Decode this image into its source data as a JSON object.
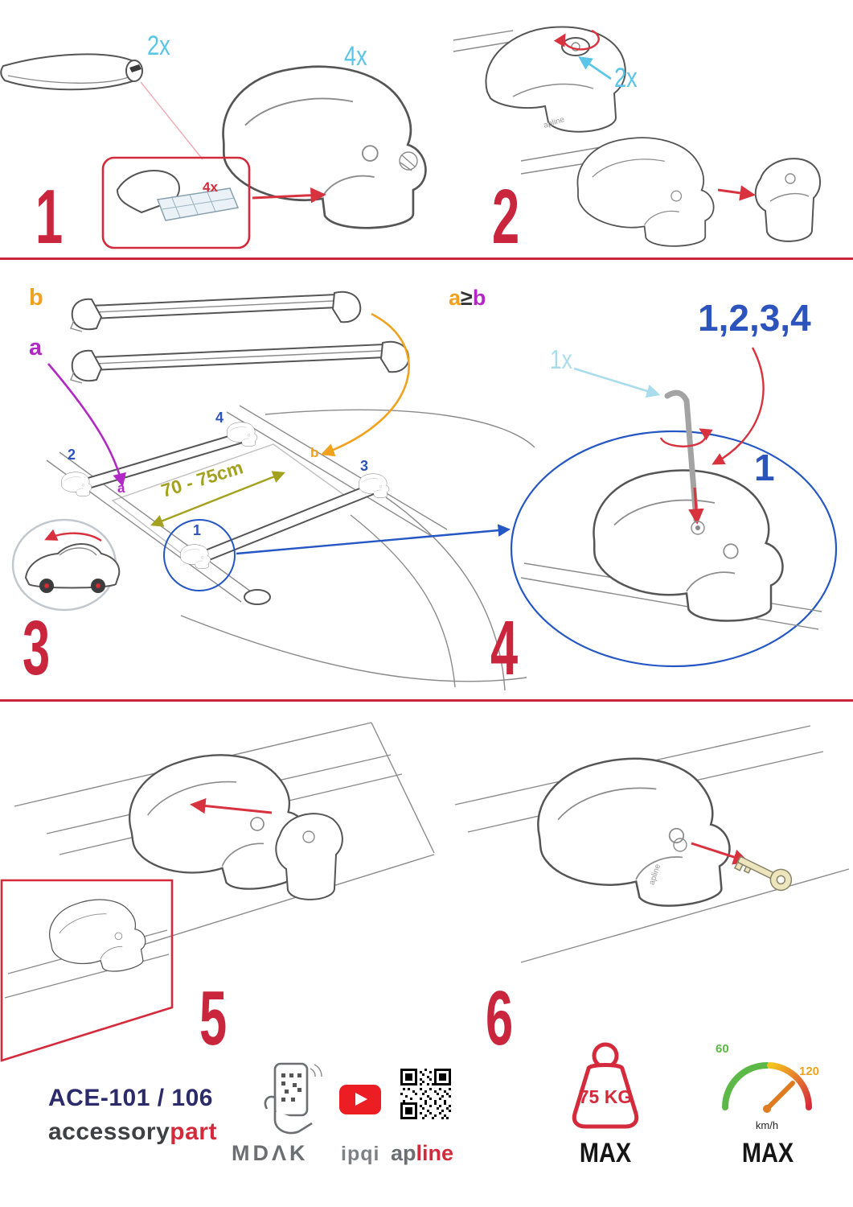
{
  "colors": {
    "accent_red": "#d42b3c",
    "cyan": "#59c5e8",
    "light_cyan": "#a9dcec",
    "blue": "#2d54bd",
    "orange": "#f0a21e",
    "magenta": "#b228c4",
    "olive": "#a3a11e",
    "navy": "#2b2a6a",
    "gray": "#6d6e71",
    "green": "#5cb947"
  },
  "step1": {
    "num": "1",
    "bar_qty": "2x",
    "foot_qty": "4x",
    "pad_qty": "4x"
  },
  "step2": {
    "num": "2",
    "lock_qty": "2x"
  },
  "step3": {
    "num": "3",
    "bar_b_label": "b",
    "bar_a_label": "a",
    "rule_a": "a",
    "rule_op": "≥",
    "rule_b": "b",
    "distance": "70 - 75cm",
    "pos1": "1",
    "pos2": "2",
    "pos3": "3",
    "pos4": "4",
    "roof_a": "a",
    "roof_b": "b"
  },
  "step4": {
    "num": "4",
    "key_qty": "1x",
    "sequence": "1,2,3,4",
    "start": "1"
  },
  "step5": {
    "num": "5"
  },
  "step6": {
    "num": "6"
  },
  "drawing": {
    "brand": "apline"
  },
  "footer": {
    "model": "ACE-101 / 106",
    "brand_black": "accessory",
    "brand_red": "part",
    "logo_mdak": "MDΛK",
    "logo_ipqi": "ipqi",
    "logo_ap": "ap",
    "logo_line": "line",
    "weight_limit": "75 KG",
    "weight_max": "MAX",
    "speed_low": "60",
    "speed_high": "120",
    "speed_unit": "km/h",
    "speed_max": "MAX"
  }
}
